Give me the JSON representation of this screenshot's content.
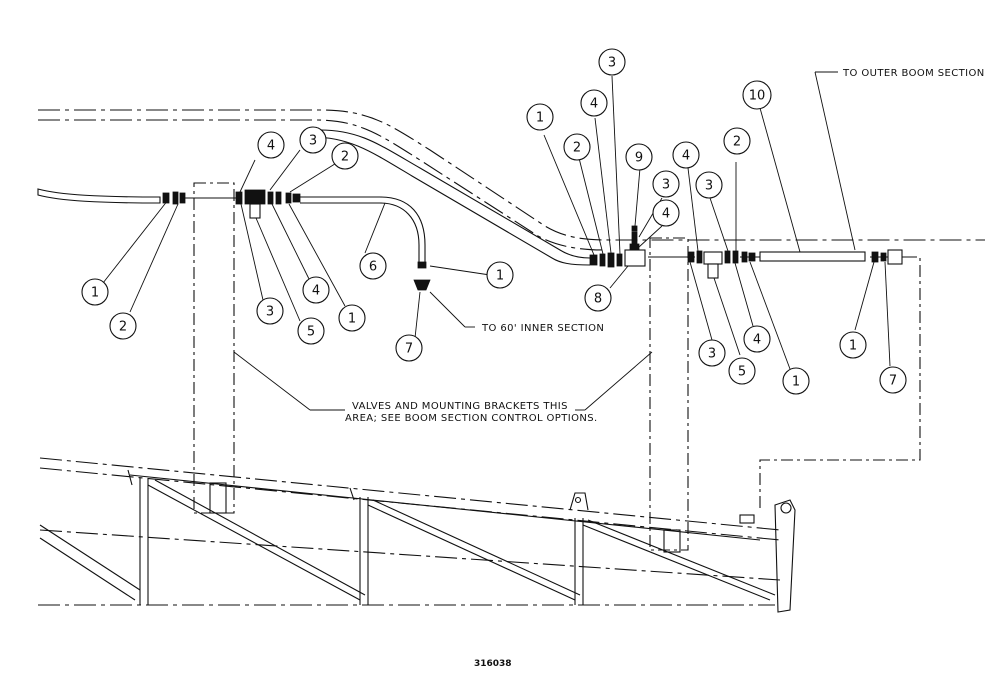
{
  "labels": {
    "to_outer": "TO OUTER BOOM SECTION",
    "to_inner": "TO 60' INNER SECTION",
    "valves_line1": "VALVES AND MOUNTING BRACKETS THIS",
    "valves_line2": "AREA; SEE BOOM SECTION CONTROL OPTIONS.",
    "figure_number": "316038"
  },
  "callouts": [
    "1",
    "2",
    "4",
    "3",
    "2",
    "3",
    "5",
    "4",
    "1",
    "6",
    "1",
    "7",
    "1",
    "2",
    "4",
    "3",
    "9",
    "3",
    "4",
    "8",
    "4",
    "3",
    "2",
    "10",
    "3",
    "5",
    "4",
    "1",
    "1",
    "7"
  ],
  "colors": {
    "ink": "#111111",
    "paper": "#ffffff"
  }
}
